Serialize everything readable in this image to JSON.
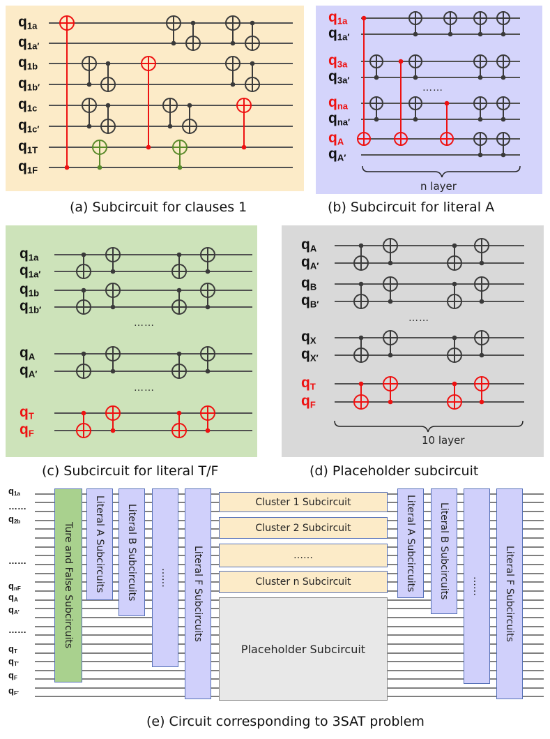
{
  "panels": {
    "a": {
      "caption": "(a) Subcircuit for clauses 1",
      "bg": "#fcebc8",
      "qubits": [
        {
          "base": "q",
          "sub": "1a",
          "red": false
        },
        {
          "base": "q",
          "sub": "1a′",
          "red": false
        },
        {
          "base": "q",
          "sub": "1b",
          "red": false
        },
        {
          "base": "q",
          "sub": "1b′",
          "red": false
        },
        {
          "base": "q",
          "sub": "1c",
          "red": false
        },
        {
          "base": "q",
          "sub": "1c′",
          "red": false
        },
        {
          "base": "q",
          "sub": "1T",
          "red": false
        },
        {
          "base": "q",
          "sub": "1F",
          "red": false
        }
      ]
    },
    "b": {
      "caption": "(b) Subcircuit for literal A",
      "bg": "#d4d4fb",
      "layer_label": "n layer",
      "dots": "……",
      "qubits": [
        {
          "base": "q",
          "sub": "1a",
          "red": true
        },
        {
          "base": "q",
          "sub": "1a′",
          "red": false
        },
        {
          "base": "q",
          "sub": "3a",
          "red": true
        },
        {
          "base": "q",
          "sub": "3a′",
          "red": false
        },
        {
          "base": "q",
          "sub": "na",
          "red": true
        },
        {
          "base": "q",
          "sub": "na′",
          "red": false
        },
        {
          "base": "q",
          "sub": "A",
          "red": true
        },
        {
          "base": "q",
          "sub": "A′",
          "red": false
        }
      ]
    },
    "c": {
      "caption": "(c) Subcircuit for literal T/F",
      "bg": "#cde3ba",
      "dots1": "……",
      "dots2": "……",
      "qubits": [
        {
          "base": "q",
          "sub": "1a",
          "red": false
        },
        {
          "base": "q",
          "sub": "1a′",
          "red": false
        },
        {
          "base": "q",
          "sub": "1b",
          "red": false
        },
        {
          "base": "q",
          "sub": "1b′",
          "red": false
        },
        {
          "base": "q",
          "sub": "A",
          "red": false
        },
        {
          "base": "q",
          "sub": "A′",
          "red": false
        },
        {
          "base": "q",
          "sub": "T",
          "red": true
        },
        {
          "base": "q",
          "sub": "F",
          "red": true
        }
      ]
    },
    "d": {
      "caption": "(d) Placeholder subcircuit",
      "bg": "#d9d9d9",
      "layer_label": "10 layer",
      "dots": "……",
      "qubits": [
        {
          "base": "q",
          "sub": "A",
          "red": false
        },
        {
          "base": "q",
          "sub": "A′",
          "red": false
        },
        {
          "base": "q",
          "sub": "B",
          "red": false
        },
        {
          "base": "q",
          "sub": "B′",
          "red": false
        },
        {
          "base": "q",
          "sub": "X",
          "red": false
        },
        {
          "base": "q",
          "sub": "X′",
          "red": false
        },
        {
          "base": "q",
          "sub": "T",
          "red": true
        },
        {
          "base": "q",
          "sub": "F",
          "red": true
        }
      ]
    },
    "e": {
      "caption": "(e) Circuit corresponding to 3SAT problem",
      "labels": [
        {
          "text": "q",
          "sub": "1a"
        },
        {
          "text": "……",
          "sub": ""
        },
        {
          "text": "q",
          "sub": "2b"
        },
        {
          "text": "……",
          "sub": ""
        },
        {
          "text": "q",
          "sub": "nF"
        },
        {
          "text": "q",
          "sub": "A"
        },
        {
          "text": "q",
          "sub": "A′"
        },
        {
          "text": "……",
          "sub": ""
        },
        {
          "text": "q",
          "sub": "T"
        },
        {
          "text": "q",
          "sub": "T′"
        },
        {
          "text": "q",
          "sub": "F"
        },
        {
          "text": "q",
          "sub": "F′"
        }
      ],
      "boxes": {
        "true_false": "Ture and False Subcircuits",
        "literal_a_1": "Literal  A  Subcircuits",
        "literal_b_1": "Literal  B  Subcircuits",
        "dots_1": "……",
        "literal_f_1": "Literal  F  Subcircuits",
        "cluster_1": "Cluster 1 Subcircuit",
        "cluster_2": "Cluster 2 Subcircuit",
        "cluster_dots": "……",
        "cluster_n": "Cluster n Subcircuit",
        "placeholder": "Placeholder Subcircuit",
        "literal_a_2": "Literal  A  Subcircuits",
        "literal_b_2": "Literal  B  Subcircuits",
        "dots_2": "……",
        "literal_f_2": "Literal  F  Subcircuits"
      }
    }
  },
  "colors": {
    "wire": "#505050",
    "gate_dark": "#3a3a3a",
    "gate_red": "#ee1111",
    "gate_green": "#5a8a2a",
    "box_blue": "#d0d0fb",
    "box_yellow": "#fcebc8",
    "box_green": "#a9d18e",
    "box_gray": "#e8e8e8"
  }
}
